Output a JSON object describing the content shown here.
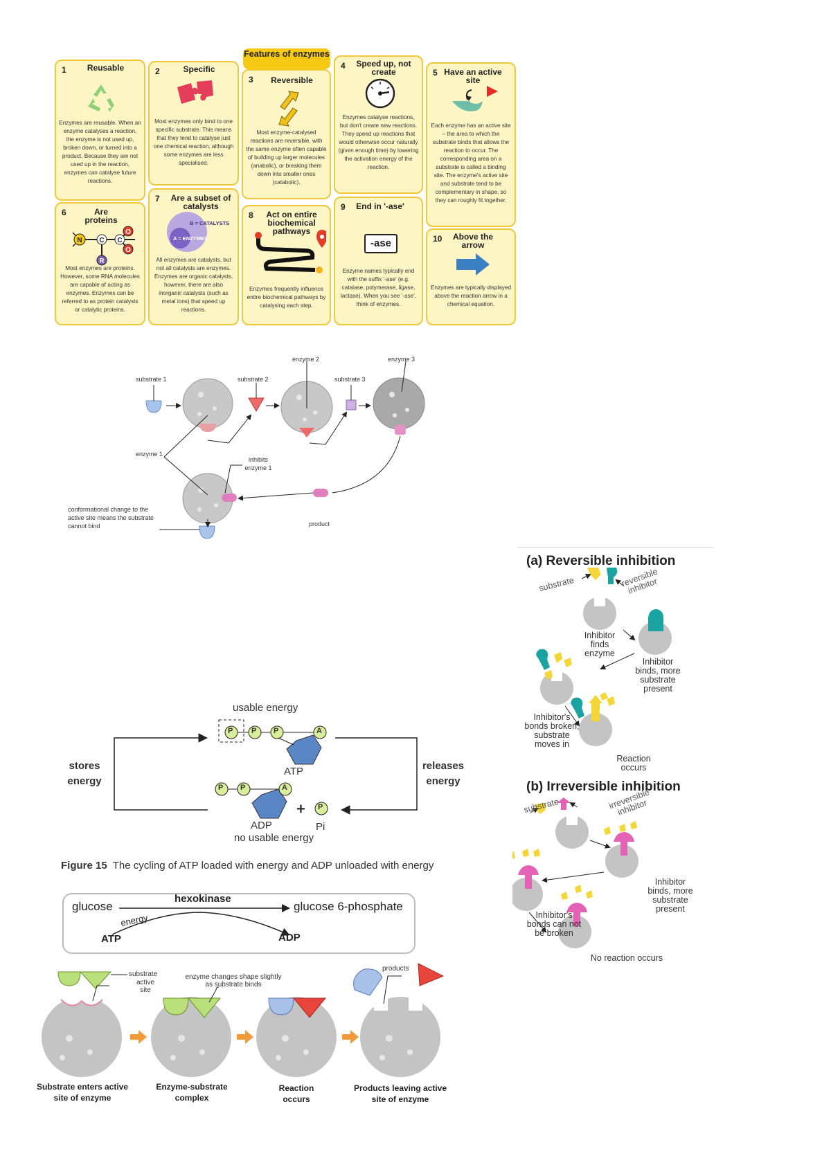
{
  "features": {
    "header": "Features of enzymes",
    "cards": [
      {
        "num": "1",
        "title": "Reusable",
        "text": "Enzymes are reusable. When an enzyme catalyses a reaction, the enzyme is not used up, broken down, or turned into a product. Because they are not used up in the reaction, enzymes can catalyse future reactions."
      },
      {
        "num": "2",
        "title": "Specific",
        "text": "Most enzymes only bind to one specific substrate. This means that they tend to catalyse just one chemical reaction, although some enzymes are less specialised."
      },
      {
        "num": "3",
        "title": "Reversible",
        "text": "Most enzyme-catalysed reactions are reversible, with the same enzyme often capable of building up larger molecules (anabolic), or breaking them down into smaller ones (catabolic)."
      },
      {
        "num": "4",
        "title": "Speed up, not create",
        "text": "Enzymes catalyse reactions, but don't create new reactions. They speed up reactions that would otherwise occur naturally (given enough time) by lowering the activation energy of the reaction."
      },
      {
        "num": "5",
        "title": "Have an active site",
        "text": "Each enzyme has an active site – the area to which the substrate binds that allows the reaction to occur. The corresponding area on a substrate is called a binding site. The enzyme's active site and substrate tend to be complementary in shape, so they can roughly fit together."
      },
      {
        "num": "6",
        "title": "Are proteins",
        "text": "Most enzymes are proteins. However, some RNA molecules are capable of acting as enzymes. Enzymes can be referred to as protein catalysts or catalytic proteins."
      },
      {
        "num": "7",
        "title": "Are a subset of catalysts",
        "text": "All enzymes are catalysts, but not all catalysts are enzymes. Enzymes are organic catalysts, however, there are also inorganic catalysts (such as metal ions) that speed up reactions."
      },
      {
        "num": "8",
        "title": "Act on entire biochemical pathways",
        "text": "Enzymes frequently influence entire biochemical pathways by catalysing each step."
      },
      {
        "num": "9",
        "title": "End in '-ase'",
        "text": "Enzyme names typically end with the suffix '-ase' (e.g. catalase, polymerase, ligase, lactase). When you see '-ase', think of enzymes."
      },
      {
        "num": "10",
        "title": "Above the arrow",
        "text": "Enzymes are typically displayed above the reaction arrow in a chemical equation."
      }
    ],
    "venn_outer": "B = CATALYSTS",
    "venn_inner": "A = ENZYMES",
    "ase_box": "-ase",
    "amino_atoms": {
      "n": "N",
      "c1": "C",
      "c2": "C",
      "o1": "O",
      "o2": "O",
      "r": "R"
    }
  },
  "pathway": {
    "substrate1": "substrate 1",
    "substrate2": "substrate 2",
    "substrate3": "substrate 3",
    "enzyme1": "enzyme 1",
    "enzyme2": "enzyme 2",
    "enzyme3": "enzyme 3",
    "inhibits": "inhibits enzyme 1",
    "product": "product",
    "conformational": "conformational change to the active site means the substrate cannot bind"
  },
  "inhibition": {
    "a_title": "(a)  Reversible inhibition",
    "b_title": "(b)  Irreversible inhibition",
    "a_substrate": "substrate",
    "a_inhibitor": "reversible inhibitor",
    "a_finds": "Inhibitor finds enzyme",
    "a_binds": "Inhibitor binds, more substrate present",
    "a_broken": "Inhibitor's bonds broken, substrate moves in",
    "a_reaction": "Reaction occurs",
    "b_substrate": "substrate",
    "b_inhibitor": "irreversible inhibitor",
    "b_binds": "Inhibitor binds, more substrate present",
    "b_cannot": "Inhibitor's bonds can not be broken",
    "b_no": "No reaction occurs"
  },
  "atp": {
    "usable": "usable  energy",
    "atp": "ATP",
    "adp": "ADP",
    "no_usable": "no usable energy",
    "pi": "Pi",
    "stores": "stores energy",
    "releases": "releases energy",
    "p": "P",
    "a": "A",
    "plus": "+",
    "caption_num": "Figure 15",
    "caption_text": "The cycling of ATP loaded with energy and ADP unloaded with energy"
  },
  "hexokinase": {
    "glucose": "glucose",
    "enzyme": "hexokinase",
    "product": "glucose 6-phosphate",
    "energy": "energy",
    "atp": "ATP",
    "adp": "ADP"
  },
  "induced_fit": {
    "substrate": "substrate",
    "active_site": "active site",
    "changes": "enzyme changes shape slightly as substrate binds",
    "products": "products",
    "step1": "Substrate enters active site of enzyme",
    "step2": "Enzyme-substrate complex",
    "step3": "Reaction occurs",
    "step4": "Products leaving active site of enzyme"
  },
  "colors": {
    "card_bg": "#fdf5c4",
    "card_border": "#f0c83a",
    "header": "#f6c915",
    "enzyme_grey": "#c8c8c8",
    "atp_blue": "#5b86c5",
    "phosphate_green": "#d9ef9c",
    "substrate_yellow": "#f4d637",
    "inhibitor_teal": "#1aa3a0",
    "inhibitor_pink": "#e462b6",
    "arrow_orange": "#f19a3a",
    "fit_green": "#b9e07a",
    "fit_blue": "#a7c1e8",
    "fit_red": "#e8453c"
  }
}
